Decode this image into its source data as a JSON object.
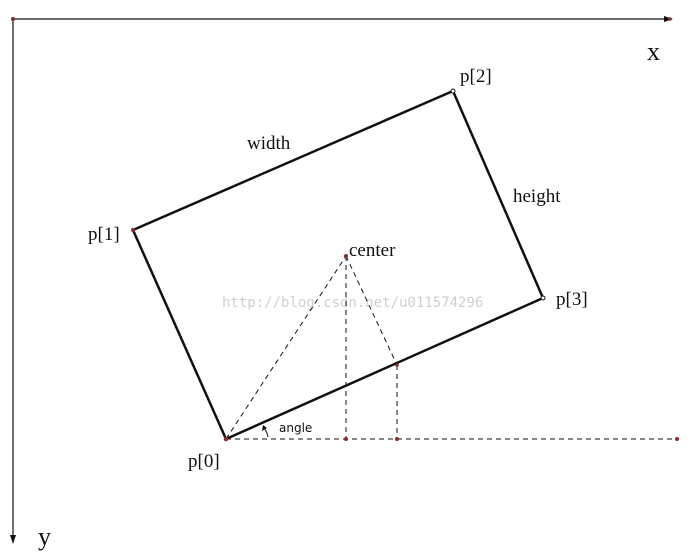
{
  "axes": {
    "x_label": "x",
    "y_label": "y"
  },
  "points": {
    "p0": "p[0]",
    "p1": "p[1]",
    "p2": "p[2]",
    "p3": "p[3]",
    "center": "center"
  },
  "edges": {
    "width": "width",
    "height": "height"
  },
  "angle_label": "angle",
  "watermark": "http://blog.csdn.net/u011574296",
  "colors": {
    "line": "#111111",
    "dot": "#8b2a2a",
    "watermark": "#cfcfcf"
  }
}
